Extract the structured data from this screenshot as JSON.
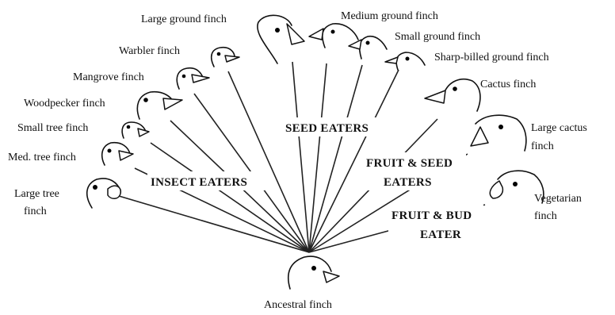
{
  "finches": {
    "large_ground": "Large ground finch",
    "medium_ground": "Medium ground finch",
    "small_ground": "Small ground finch",
    "sharp_billed": "Sharp-billed ground finch",
    "warbler": "Warbler finch",
    "mangrove": "Mangrove finch",
    "woodpecker": "Woodpecker finch",
    "small_tree": "Small tree finch",
    "med_tree": "Med. tree finch",
    "large_tree_1": "Large tree",
    "large_tree_2": "finch",
    "cactus": "Cactus finch",
    "large_cactus_1": "Large cactus",
    "large_cactus_2": "finch",
    "vegetarian_1": "Vegetarian",
    "vegetarian_2": "finch",
    "ancestral": "Ancestral finch"
  },
  "groups": {
    "seed_eaters": "SEED EATERS",
    "insect_eaters": "INSECT EATERS",
    "fruit_seed_1": "FRUIT & SEED",
    "fruit_seed_2": "EATERS",
    "fruit_bud_1": "FRUIT & BUD",
    "fruit_bud_2": "EATER"
  }
}
